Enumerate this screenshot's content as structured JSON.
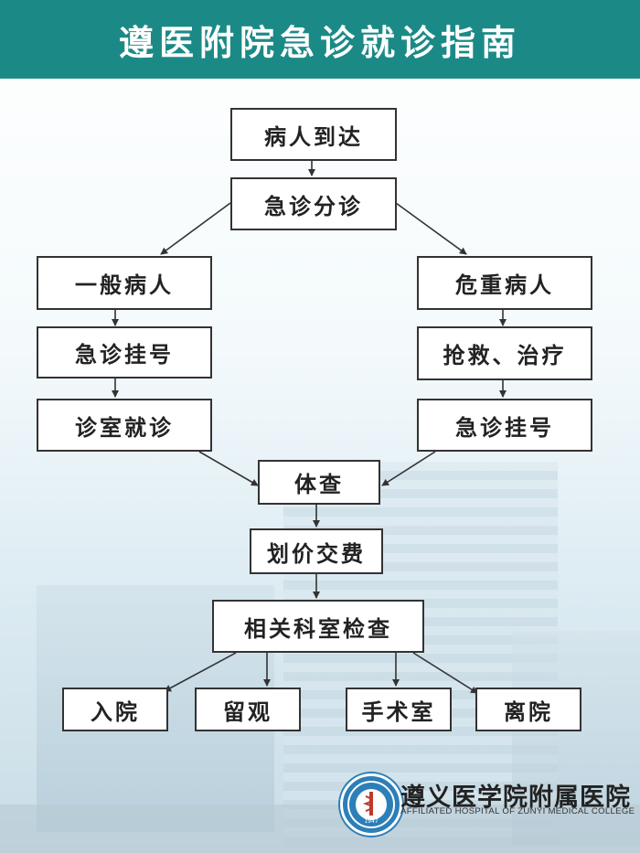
{
  "header": {
    "title": "遵医附院急诊就诊指南"
  },
  "flow": {
    "arrive": "病人到达",
    "triage": "急诊分诊",
    "general": "一般病人",
    "general_register": "急诊挂号",
    "clinic": "诊室就诊",
    "critical": "危重病人",
    "rescue": "抢救、治疗",
    "critical_register": "急诊挂号",
    "exam": "体查",
    "pay": "划价交费",
    "dept_check": "相关科室检查",
    "admit": "入院",
    "observe": "留观",
    "surgery": "手术室",
    "leave": "离院"
  },
  "footer": {
    "cn_name": "遵义医学院附属医院",
    "en_name": "AFFILIATED HOSPITAL OF ZUNYI MEDICAL COLLEGE",
    "logo_year": "1947"
  }
}
